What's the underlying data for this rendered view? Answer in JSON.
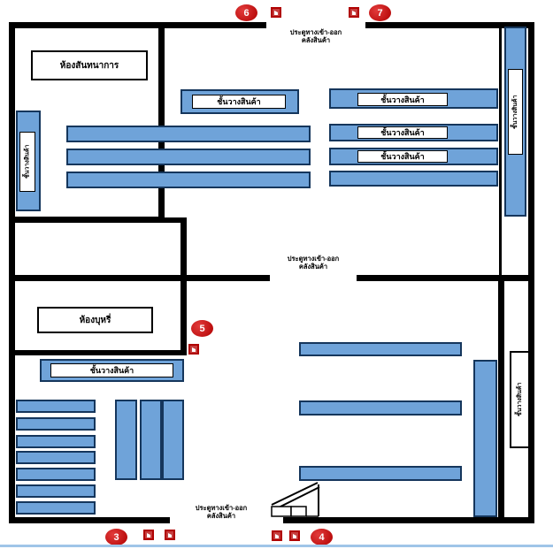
{
  "labels": {
    "shelf": "ชั้นวางสินค้า",
    "recreation_room": "ห้องสันทนาการ",
    "smoking_room": "ห้องบุหรี่",
    "door_line1": "ประตูทางเข้า-ออก",
    "door_line2": "คลังสินค้า"
  },
  "markers": {
    "m3": "3",
    "m4": "4",
    "m5": "5",
    "m6": "6",
    "m7": "7"
  },
  "colors": {
    "wall": "#000000",
    "shelf_fill": "#6FA3D9",
    "shelf_border": "#15365C",
    "marker_red": "#C00000",
    "baseline_blue": "#9FC5E8"
  }
}
